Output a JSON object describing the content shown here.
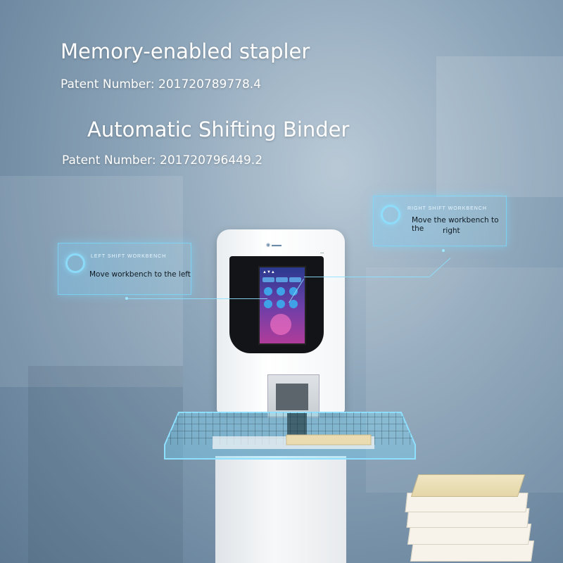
{
  "heading1": "Memory-enabled stapler",
  "patent1": "Patent Number: 201720789778.4",
  "heading2": "Automatic Shifting Binder",
  "patent2": "Patent Number: 201720796449.2",
  "callout_left": {
    "small": "LEFT SHIFT WORKBENCH",
    "text": "Move workbench to the left"
  },
  "callout_right": {
    "small": "RIGHT SHIFT WORKBENCH",
    "text_line1": "Move the workbench to the",
    "text_line2": "right"
  },
  "colors": {
    "accent": "#8fe0ff",
    "text": "#ffffff"
  }
}
